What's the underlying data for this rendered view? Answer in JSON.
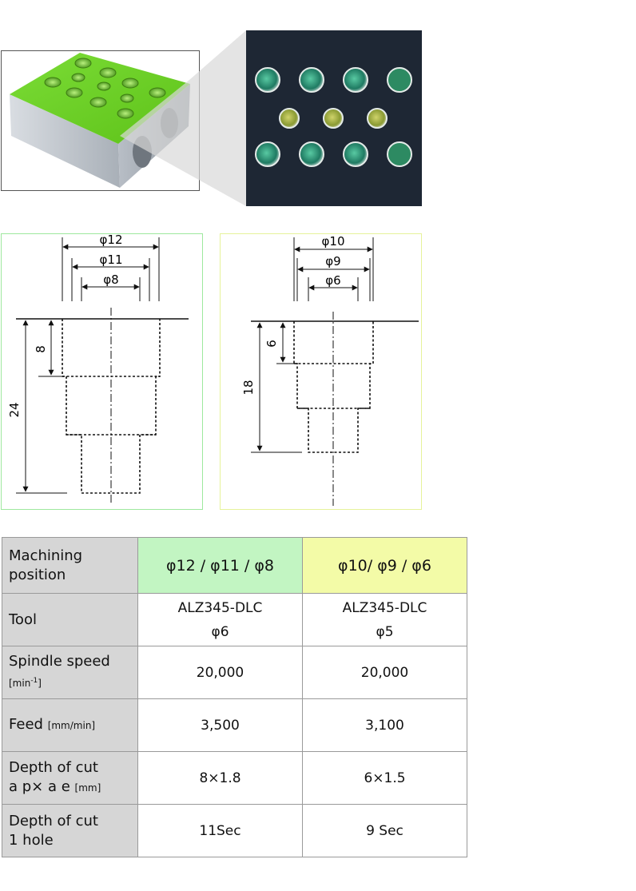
{
  "colors": {
    "green_frame": "#9ee89e",
    "yellow_frame": "#e6f29a",
    "header_gray": "#d6d6d6",
    "col_a_bg": "#c2f5c2",
    "col_b_bg": "#f3fba7",
    "block_top_green": "#6cd22a",
    "plate_dark": "#1e2734"
  },
  "diagram_left": {
    "dims": [
      "φ12",
      "φ11",
      "φ8"
    ],
    "depth_short": "8",
    "depth_total": "24"
  },
  "diagram_right": {
    "dims": [
      "φ10",
      "φ9",
      "φ6"
    ],
    "depth_short": "6",
    "depth_total": "18"
  },
  "table": {
    "rows": [
      {
        "label": "Machining position",
        "a": "φ12 / φ11 / φ8",
        "b": "φ10/ φ9 / φ6"
      },
      {
        "label": "Tool",
        "a": [
          "ALZ345-DLC",
          "φ6"
        ],
        "b": [
          "ALZ345-DLC",
          "φ5"
        ]
      },
      {
        "label": "Spindle speed",
        "unit": "[min",
        "unit_sup": "-1",
        "unit_end": "]",
        "a": "20,000",
        "b": "20,000"
      },
      {
        "label": "Feed",
        "unit": "[mm/min]",
        "a": "3,500",
        "b": "3,100"
      },
      {
        "label": "Depth of cut",
        "label2": "a p× a e",
        "unit": "[mm]",
        "a": "8×1.8",
        "b": "6×1.5"
      },
      {
        "label": "Depth of cut",
        "label2": "1 hole",
        "a": "11Sec",
        "b": "9 Sec"
      }
    ]
  }
}
